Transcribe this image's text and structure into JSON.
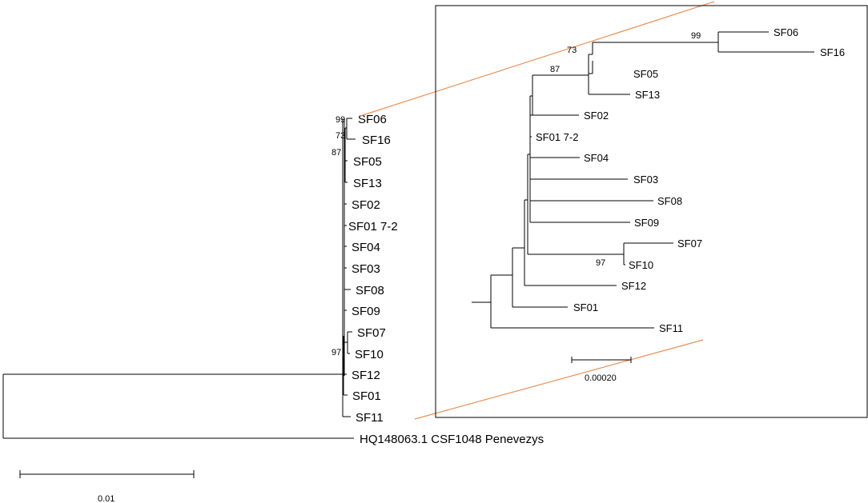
{
  "main_tree": {
    "taxa": [
      "SF06",
      "SF16",
      "SF05",
      "SF13",
      "SF02",
      "SF01 7-2",
      "SF04",
      "SF03",
      "SF08",
      "SF09",
      "SF07",
      "SF10",
      "SF12",
      "SF01",
      "SF11"
    ],
    "outgroup": "HQ148063.1 CSF1048 Penevezys",
    "bootstrap": [
      "99",
      "73",
      "87",
      "97"
    ],
    "scale_label": "0.01"
  },
  "inset_tree": {
    "taxa": [
      "SF06",
      "SF16",
      "SF05",
      "SF13",
      "SF02",
      "SF01 7-2",
      "SF04",
      "SF03",
      "SF08",
      "SF09",
      "SF07",
      "SF10",
      "SF12",
      "SF01",
      "SF11"
    ],
    "bootstrap": [
      "99",
      "73",
      "87",
      "97"
    ],
    "scale_label": "0.00020"
  },
  "colors": {
    "branch": "#000000",
    "zoom_indicator": "#e8915a"
  }
}
